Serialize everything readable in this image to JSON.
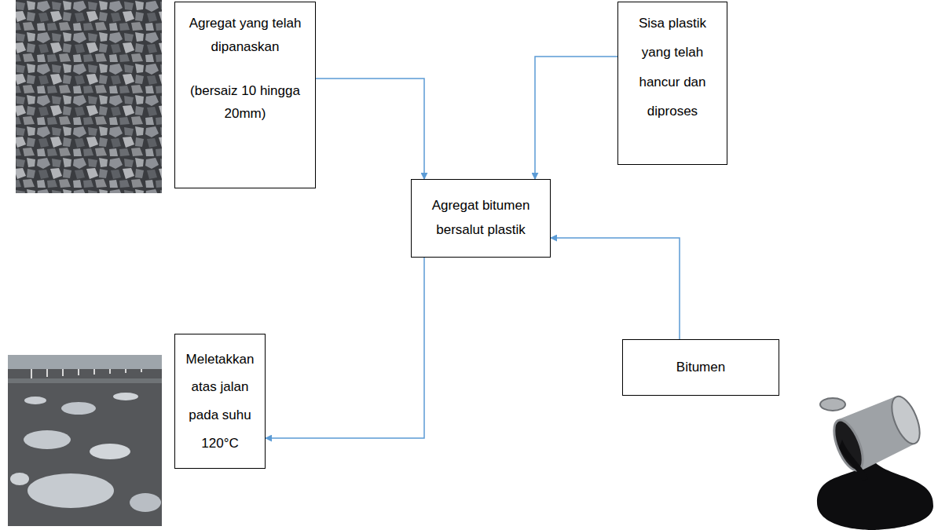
{
  "diagram": {
    "nodes": [
      {
        "text": [
          "Agregat yang telah dipanaskan",
          "(bersaiz 10 hingga 20mm)"
        ]
      },
      {
        "text": [
          "Sisa plastik yang telah hancur dan diproses"
        ]
      },
      {
        "text": [
          "Agregat bitumen bersalut plastik"
        ]
      },
      {
        "text": [
          "Meletakkan atas jalan pada suhu 120°C"
        ]
      },
      {
        "text": [
          "Bitumen"
        ]
      }
    ],
    "edges": [
      {
        "from": 0,
        "to": 2,
        "arrow": "to"
      },
      {
        "from": 1,
        "to": 2,
        "arrow": "to"
      },
      {
        "from": 4,
        "to": 2,
        "arrow": "to"
      },
      {
        "from": 2,
        "to": 3,
        "arrow": "to"
      }
    ]
  }
}
